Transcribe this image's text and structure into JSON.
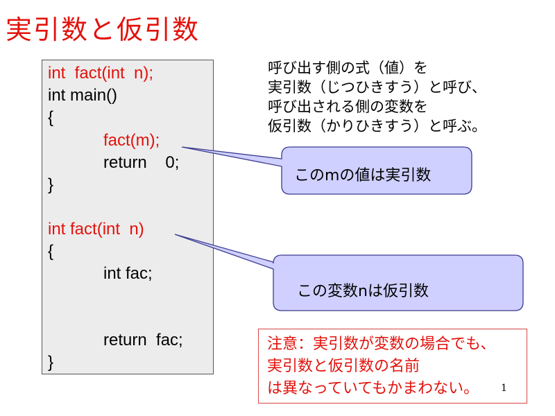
{
  "slide": {
    "title": "実引数と仮引数",
    "page_number": "1"
  },
  "code": {
    "lines": [
      "int  fact(int  n);",
      "int main()",
      "{",
      "fact(m);",
      "return    0;",
      "}",
      "int fact(int  n)",
      "{",
      "int fac;",
      "return  fac;",
      "}"
    ]
  },
  "explanation": {
    "lines": [
      "呼び出す側の式（値）を",
      "実引数（じつひきすう）と呼び、",
      "呼び出される側の変数を",
      "仮引数（かりひきすう）と呼ぶ。"
    ]
  },
  "callouts": {
    "actual_arg": "このmの値は実引数",
    "formal_param": "この変数nは仮引数"
  },
  "note": {
    "lines": [
      "注意：実引数が変数の場合でも、",
      "実引数と仮引数の名前",
      "は異なっていてもかまわない。"
    ]
  },
  "colors": {
    "title": "#e2120c",
    "code_background": "#ececec",
    "callout_fill": "#cfd0ff",
    "callout_stroke": "#3b3b8f",
    "note_text": "#e2120c"
  }
}
